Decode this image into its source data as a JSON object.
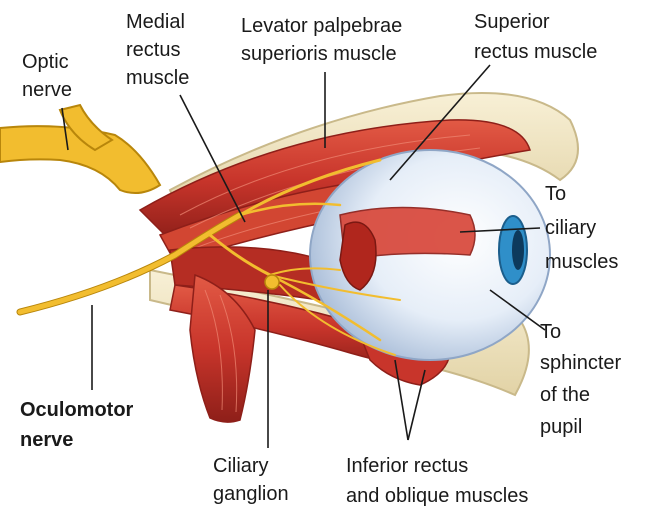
{
  "labels": {
    "optic_nerve": [
      "Optic",
      "nerve"
    ],
    "medial_rectus": [
      "Medial",
      "rectus",
      "muscle"
    ],
    "levator": [
      "Levator palpebrae",
      "superioris muscle"
    ],
    "superior_rectus": [
      "Superior",
      "rectus muscle"
    ],
    "ciliary_muscles": [
      "To",
      "ciliary",
      "muscles"
    ],
    "sphincter": [
      "To",
      "sphincter",
      "of the",
      "pupil"
    ],
    "oculomotor": [
      "Oculomotor",
      "nerve"
    ],
    "ciliary_ganglion": [
      "Ciliary",
      "ganglion"
    ],
    "inferior": [
      "Inferior rectus",
      "and oblique muscles"
    ]
  },
  "colors": {
    "bone": "#f1e6c4",
    "bone_edge": "#c9b98a",
    "muscle": "#c8352b",
    "muscle_dark": "#8e1f19",
    "muscle_light": "#e8735e",
    "nerve": "#f2bd2f",
    "nerve_edge": "#b8860b",
    "sclera": "#eef3fa",
    "iris": "#2f8fc9",
    "leader": "#1a1a1a"
  }
}
